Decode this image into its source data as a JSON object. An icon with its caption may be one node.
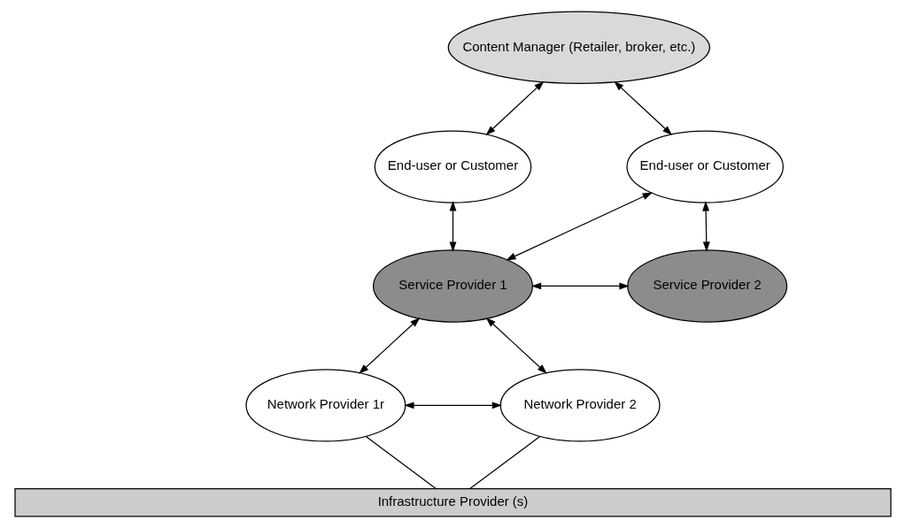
{
  "diagram": {
    "nodes": [
      {
        "text": [
          "Content Manager (Retailer, broker, etc.)"
        ]
      },
      {
        "text": [
          "End-user or Customer"
        ]
      },
      {
        "text": [
          "End-user or Customer"
        ]
      },
      {
        "text": [
          "Service Provider 1"
        ]
      },
      {
        "text": [
          "Service Provider 2"
        ]
      },
      {
        "text": [
          "Network Provider 1r"
        ]
      },
      {
        "text": [
          "Network Provider 2"
        ]
      },
      {
        "text": [
          "Infrastructure Provider (s)"
        ]
      }
    ],
    "edges": [
      {
        "from": 0,
        "to": 1,
        "arrow": "both"
      },
      {
        "from": 0,
        "to": 2,
        "arrow": "both"
      },
      {
        "from": 1,
        "to": 3,
        "arrow": "both"
      },
      {
        "from": 2,
        "to": 3,
        "arrow": "both"
      },
      {
        "from": 2,
        "to": 4,
        "arrow": "both"
      },
      {
        "from": 3,
        "to": 4,
        "arrow": "both"
      },
      {
        "from": 3,
        "to": 5,
        "arrow": "both"
      },
      {
        "from": 3,
        "to": 6,
        "arrow": "both"
      },
      {
        "from": 5,
        "to": 6,
        "arrow": "both"
      },
      {
        "from": 5,
        "to": 7,
        "arrow": "none"
      },
      {
        "from": 6,
        "to": 7,
        "arrow": "none"
      }
    ]
  }
}
